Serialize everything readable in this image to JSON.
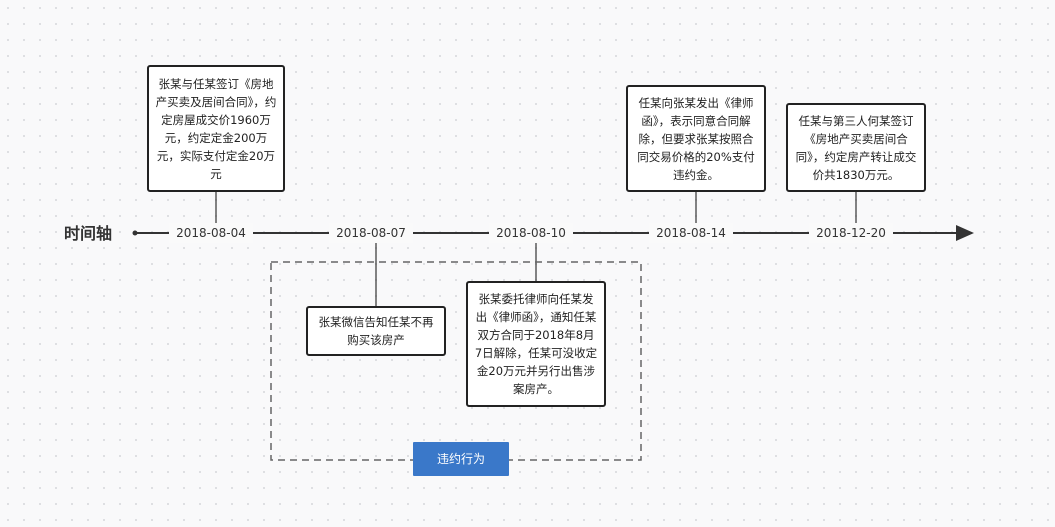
{
  "timeline": {
    "title": "时间轴",
    "dates": [
      "2018-08-04",
      "2018-08-07",
      "2018-08-10",
      "2018-08-14",
      "2018-12-20"
    ]
  },
  "events": {
    "e1": "张某与任某签订《房地产买卖及居间合同》，约定房屋成交价1960万元，约定定金200万元，实际支付定金20万元",
    "e2": "张某微信告知任某不再购买该房产",
    "e3": "张某委托律师向任某发出《律师函》，通知任某双方合同于2018年8月7日解除，任某可没收定金20万元并另行出售涉案房产。",
    "e4": "任某向张某发出《律师函》，表示同意合同解除，但要求张某按照合同交易价格的20%支付违约金。",
    "e5": "任某与第三人何某签订《房地产买卖居间合同》，约定房产转让成交价共1830万元。"
  },
  "group": {
    "label": "违约行为"
  },
  "colors": {
    "group_label_bg": "#3a78c9",
    "axis": "#333333",
    "box_border": "#222222"
  }
}
